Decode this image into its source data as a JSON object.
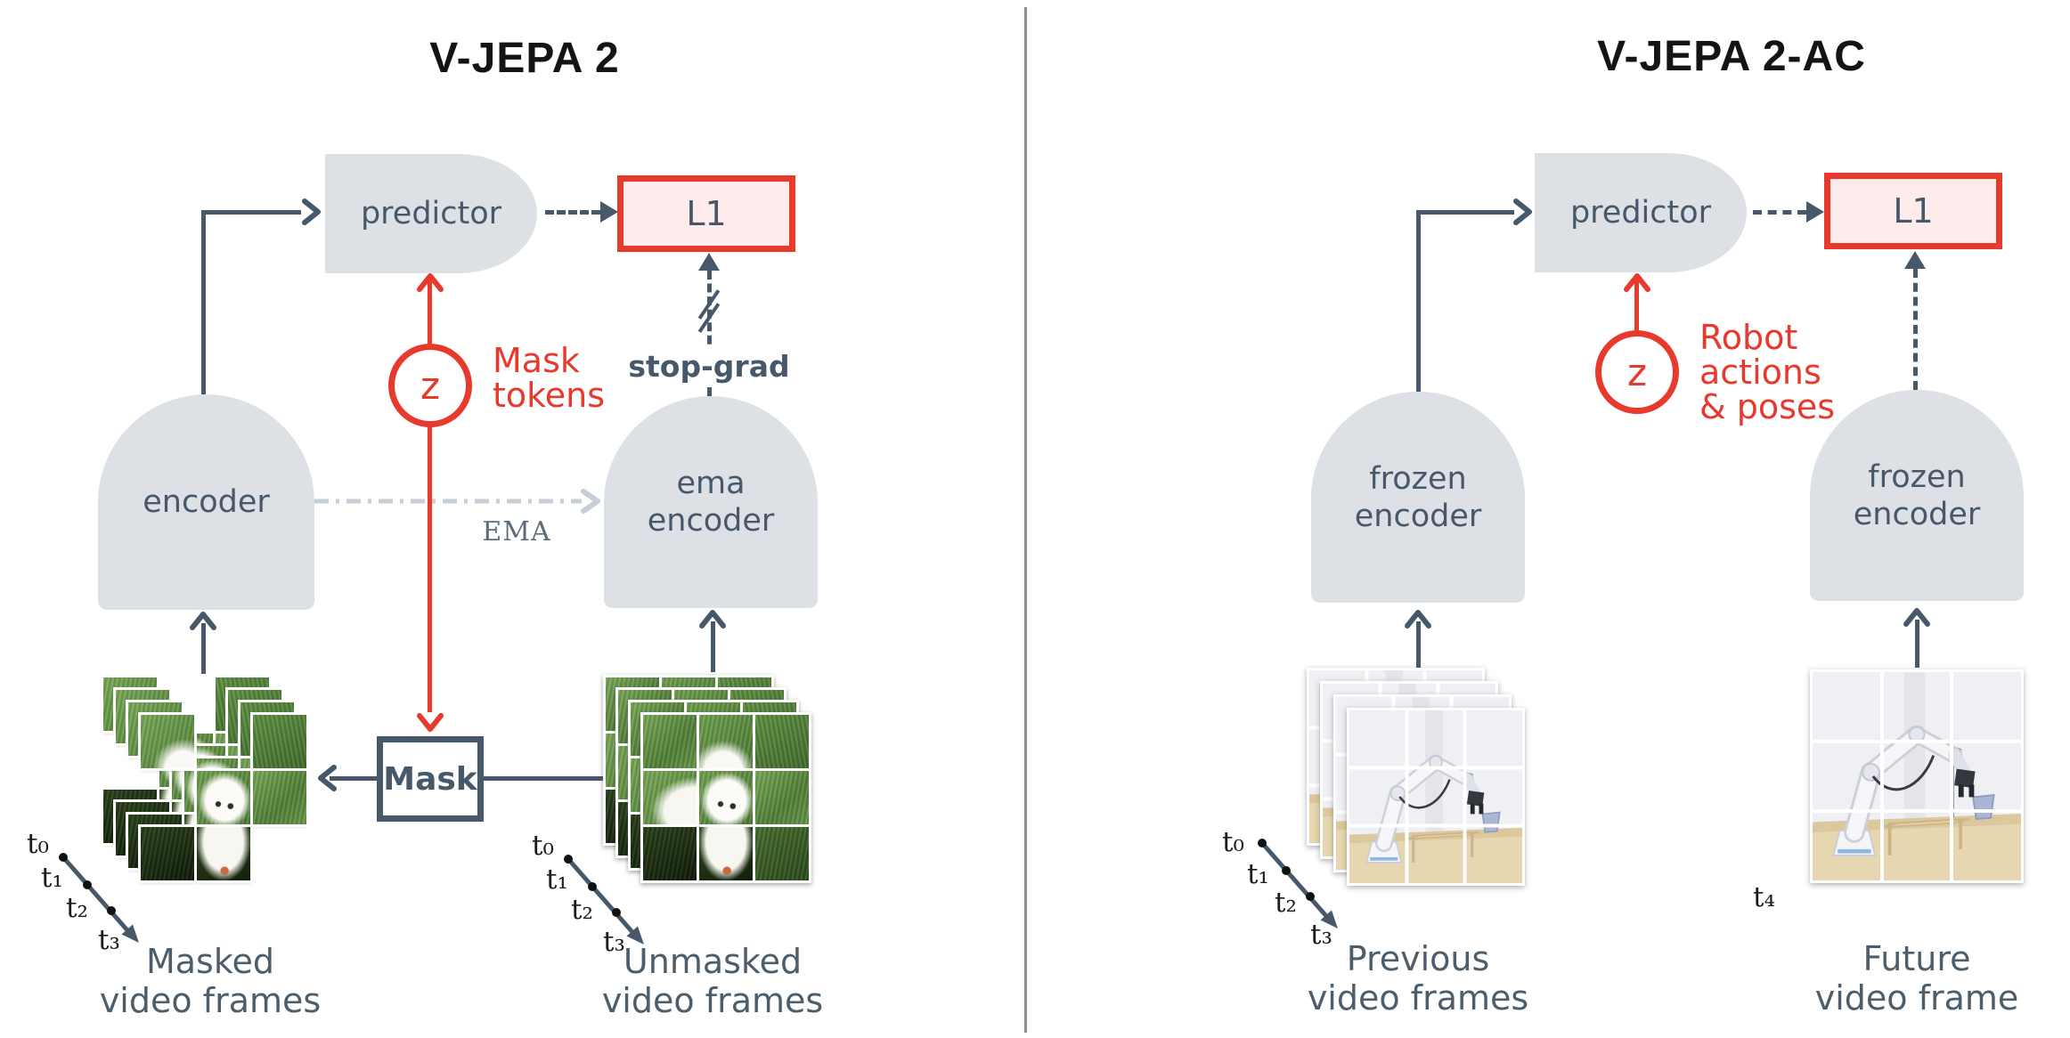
{
  "figure": {
    "left": {
      "title": "V-JEPA 2",
      "predictor_label": "predictor",
      "encoder_label": "encoder",
      "ema_encoder_lines": [
        "ema",
        "encoder"
      ],
      "l1_label": "L1",
      "z_label": "z",
      "mask_tokens_lines": [
        "Mask",
        "tokens"
      ],
      "stop_grad_label": "stop-grad",
      "ema_label": "EMA",
      "mask_box_label": "Mask",
      "masked_caption_lines": [
        "Masked",
        "video frames"
      ],
      "unmasked_caption_lines": [
        "Unmasked",
        "video frames"
      ],
      "time_labels": [
        "t₀",
        "t₁",
        "t₂",
        "t₃"
      ]
    },
    "right": {
      "title": "V-JEPA 2-AC",
      "predictor_label": "predictor",
      "frozen_encoder_lines": [
        "frozen",
        "encoder"
      ],
      "l1_label": "L1",
      "z_label": "z",
      "robot_actions_lines": [
        "Robot",
        "actions",
        "& poses"
      ],
      "previous_caption_lines": [
        "Previous",
        "video frames"
      ],
      "future_caption_lines": [
        "Future",
        "video frame"
      ],
      "time_labels": [
        "t₀",
        "t₁",
        "t₂",
        "t₃"
      ],
      "t4_label": "t₄"
    },
    "colors": {
      "slate": "#47586a",
      "red": "#e8392d",
      "node_fill": "#dde1e6",
      "loss_fill": "#fdeceb",
      "ema_arrow": "#c7ced6",
      "divider": "#8f8f8f"
    }
  }
}
